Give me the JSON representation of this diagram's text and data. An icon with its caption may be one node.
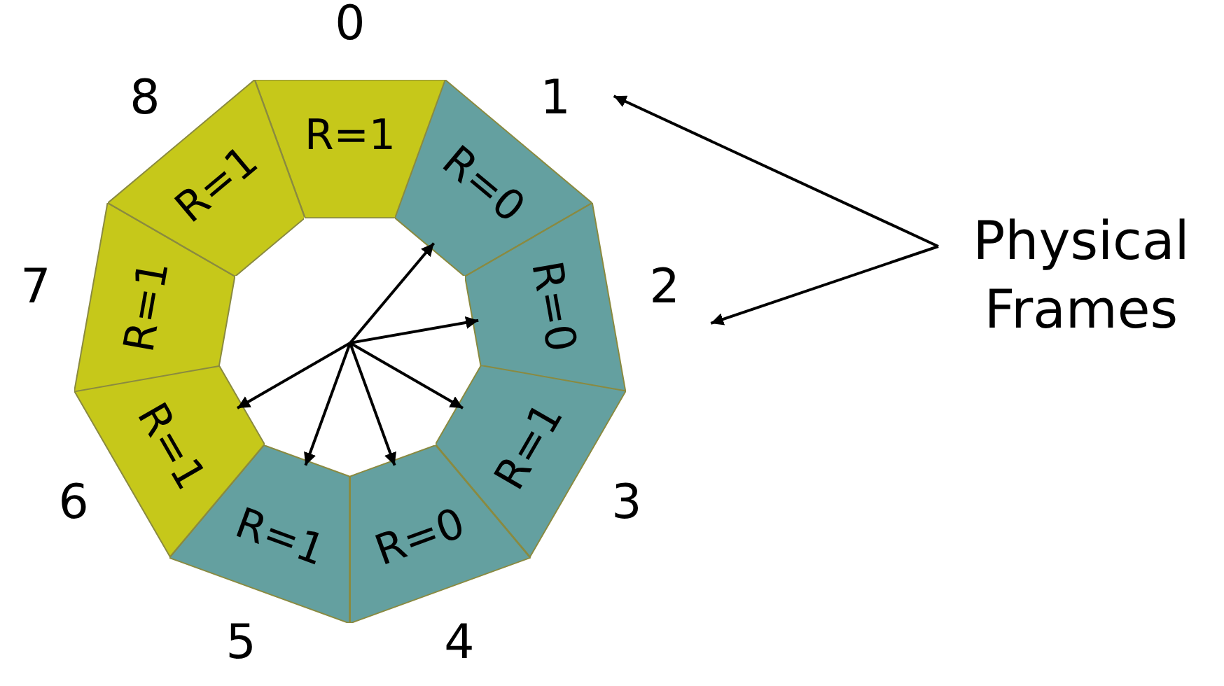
{
  "diagram": {
    "nodes": [
      {
        "text": [
          "R=1"
        ],
        "beside": [
          "0"
        ]
      },
      {
        "text": [
          "R=0"
        ],
        "beside": [
          "1"
        ]
      },
      {
        "text": [
          "R=0"
        ],
        "beside": [
          "2"
        ]
      },
      {
        "text": [
          "R=1"
        ],
        "beside": [
          "3"
        ]
      },
      {
        "text": [
          "R=0"
        ],
        "beside": [
          "4"
        ]
      },
      {
        "text": [
          "R=1"
        ],
        "beside": [
          "5"
        ]
      },
      {
        "text": [
          "R=1"
        ],
        "beside": [
          "6"
        ]
      },
      {
        "text": [
          "R=1"
        ],
        "beside": [
          "7"
        ]
      },
      {
        "text": [
          "R=1"
        ],
        "beside": [
          "8"
        ]
      },
      {
        "text": [
          "Physical Frames"
        ]
      }
    ],
    "edges": [
      {
        "from": null,
        "to": 1,
        "arrow": "to"
      },
      {
        "from": null,
        "to": 2,
        "arrow": "to"
      },
      {
        "from": null,
        "to": 3,
        "arrow": "to"
      },
      {
        "from": null,
        "to": 4,
        "arrow": "to"
      },
      {
        "from": null,
        "to": 5,
        "arrow": "to"
      },
      {
        "from": null,
        "to": 6,
        "arrow": "to"
      },
      {
        "from": 9,
        "to": 1,
        "arrow": "to"
      },
      {
        "from": 9,
        "to": 2,
        "arrow": "to"
      }
    ]
  }
}
